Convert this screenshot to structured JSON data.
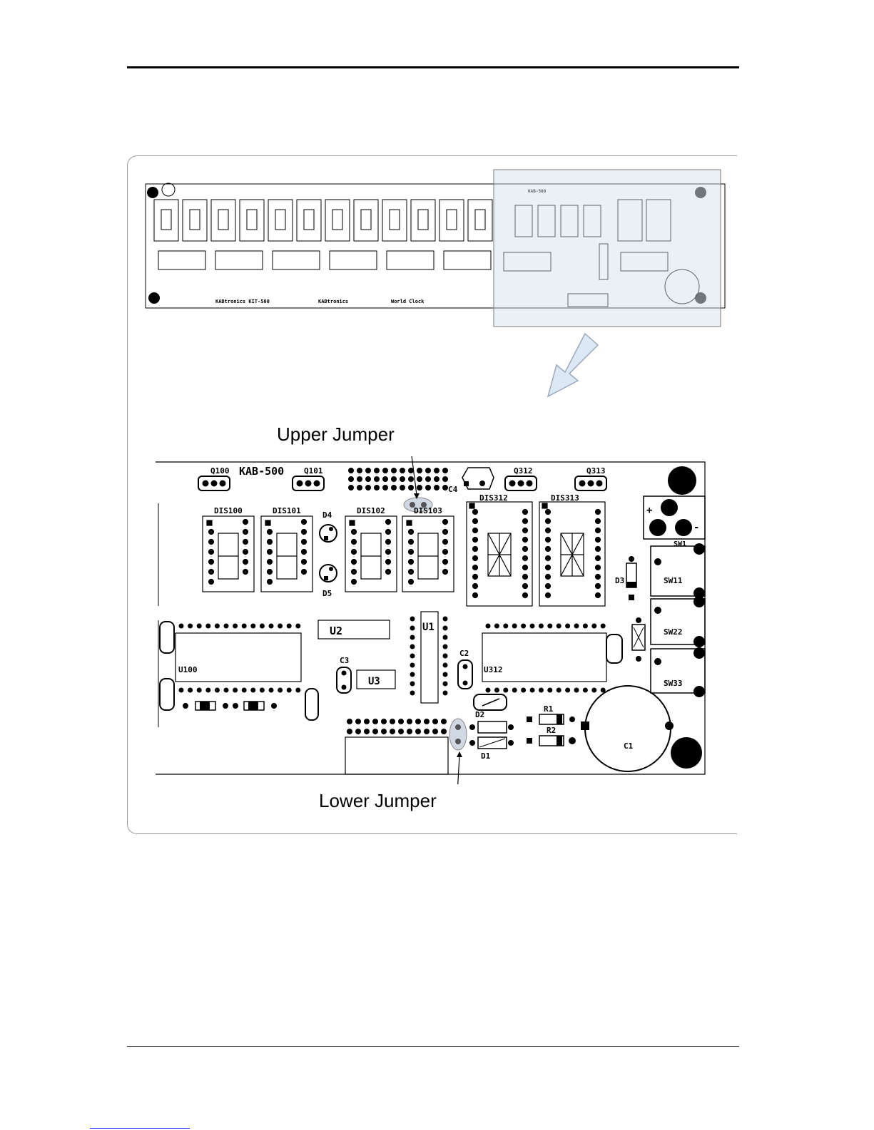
{
  "overview_board": {
    "labels": [
      "KAB-500",
      "KABtronics KIT-500",
      "KABtronics",
      "World Clock"
    ]
  },
  "detail_board": {
    "board_label": "KAB-500",
    "transistors": [
      "Q100",
      "Q101",
      "Q312",
      "Q313"
    ],
    "displays": [
      "DIS100",
      "DIS101",
      "DIS102",
      "DIS103",
      "DIS312",
      "DIS313"
    ],
    "components": [
      "D4",
      "D5",
      "D3",
      "U1",
      "U2",
      "U3",
      "U100",
      "U312",
      "C1",
      "C2",
      "C3",
      "C4",
      "R1",
      "R2",
      "D1",
      "D2",
      "SW1",
      "SW11",
      "SW22",
      "SW33",
      "+",
      "-"
    ]
  },
  "callouts": {
    "upper_jumper": "Upper Jumper",
    "lower_jumper": "Lower Jumper"
  }
}
